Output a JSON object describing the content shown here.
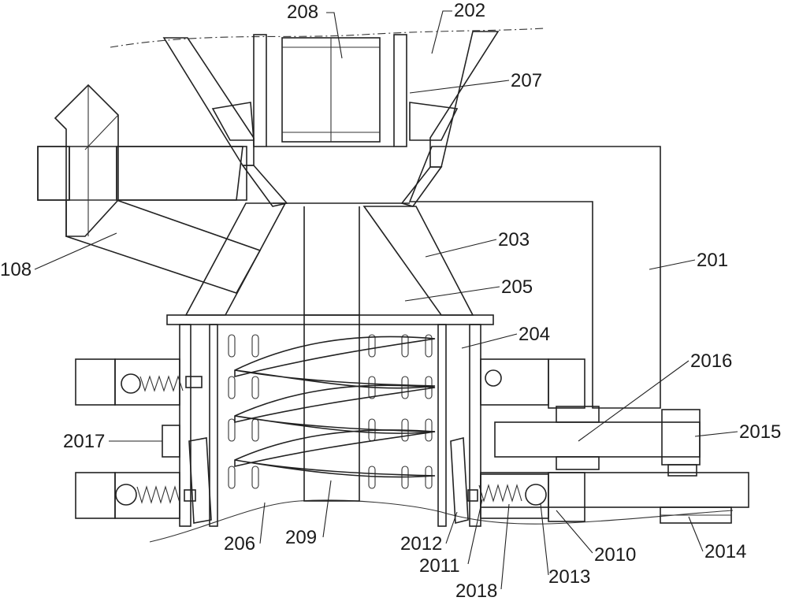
{
  "figure": {
    "labels": {
      "l208": "208",
      "l202": "202",
      "l207": "207",
      "l203": "203",
      "l201": "201",
      "l205": "205",
      "l204": "204",
      "l2016": "2016",
      "l2015": "2015",
      "l108": "108",
      "l2017": "2017",
      "l206": "206",
      "l209": "209",
      "l2012": "2012",
      "l2011": "2011",
      "l2018": "2018",
      "l2013": "2013",
      "l2010": "2010",
      "l2014": "2014"
    }
  }
}
